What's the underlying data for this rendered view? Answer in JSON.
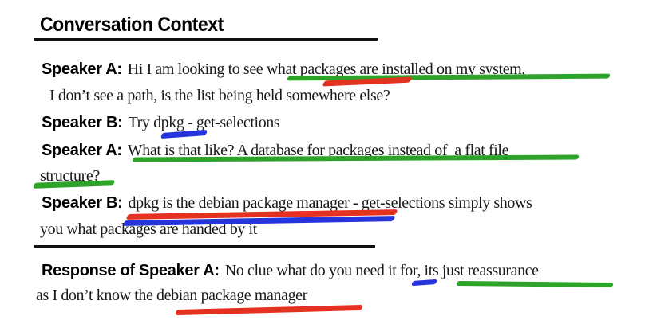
{
  "colors": {
    "green": "#2ea32a",
    "red": "#e53120",
    "blue": "#2634db",
    "ink": "#1a1a1a"
  },
  "header": {
    "title": "Conversation Context"
  },
  "conversation": {
    "lines": [
      {
        "label": "Speaker A:",
        "text": "Hi I am looking to see what packages are installed on my system,"
      },
      {
        "label": "",
        "text": "I don’t see a path, is the list being held somewhere else?"
      },
      {
        "label": "Speaker B:",
        "text": "Try dpkg - get-selections"
      },
      {
        "label": "Speaker A:",
        "text": "What is that like? A database for packages instead of  a flat file"
      },
      {
        "label": "",
        "text": "structure?"
      },
      {
        "label": "Speaker B:",
        "text": "dpkg is the debian package manager - get-selections simply shows"
      },
      {
        "label": "",
        "text": "you what packages are handed by it"
      }
    ]
  },
  "response": {
    "lines": [
      {
        "label": "Response of Speaker A:",
        "text": "No clue what do you need it for, its just reassurance"
      },
      {
        "label": "",
        "text": "as I don’t know the debian package manager"
      }
    ]
  },
  "annotations": [
    {
      "id": "green-1",
      "color": "green",
      "covers": "what packages are installed on my system,"
    },
    {
      "id": "red-1",
      "color": "red",
      "covers": "packages"
    },
    {
      "id": "blue-1",
      "color": "blue",
      "covers": "dpkg"
    },
    {
      "id": "green-2",
      "color": "green",
      "covers": "What is that like? A database for packages instead of  a flat file"
    },
    {
      "id": "green-3",
      "color": "green",
      "covers": "structure?"
    },
    {
      "id": "red-2",
      "color": "red",
      "covers": "dpkg is the debian package manager"
    },
    {
      "id": "blue-2",
      "color": "blue",
      "covers": "dpkg is the debian package manager"
    },
    {
      "id": "blue-3",
      "color": "blue",
      "covers": "it"
    },
    {
      "id": "green-4",
      "color": "green",
      "covers": "its just reassurance"
    },
    {
      "id": "red-3",
      "color": "red",
      "covers": "debian package manager"
    }
  ]
}
